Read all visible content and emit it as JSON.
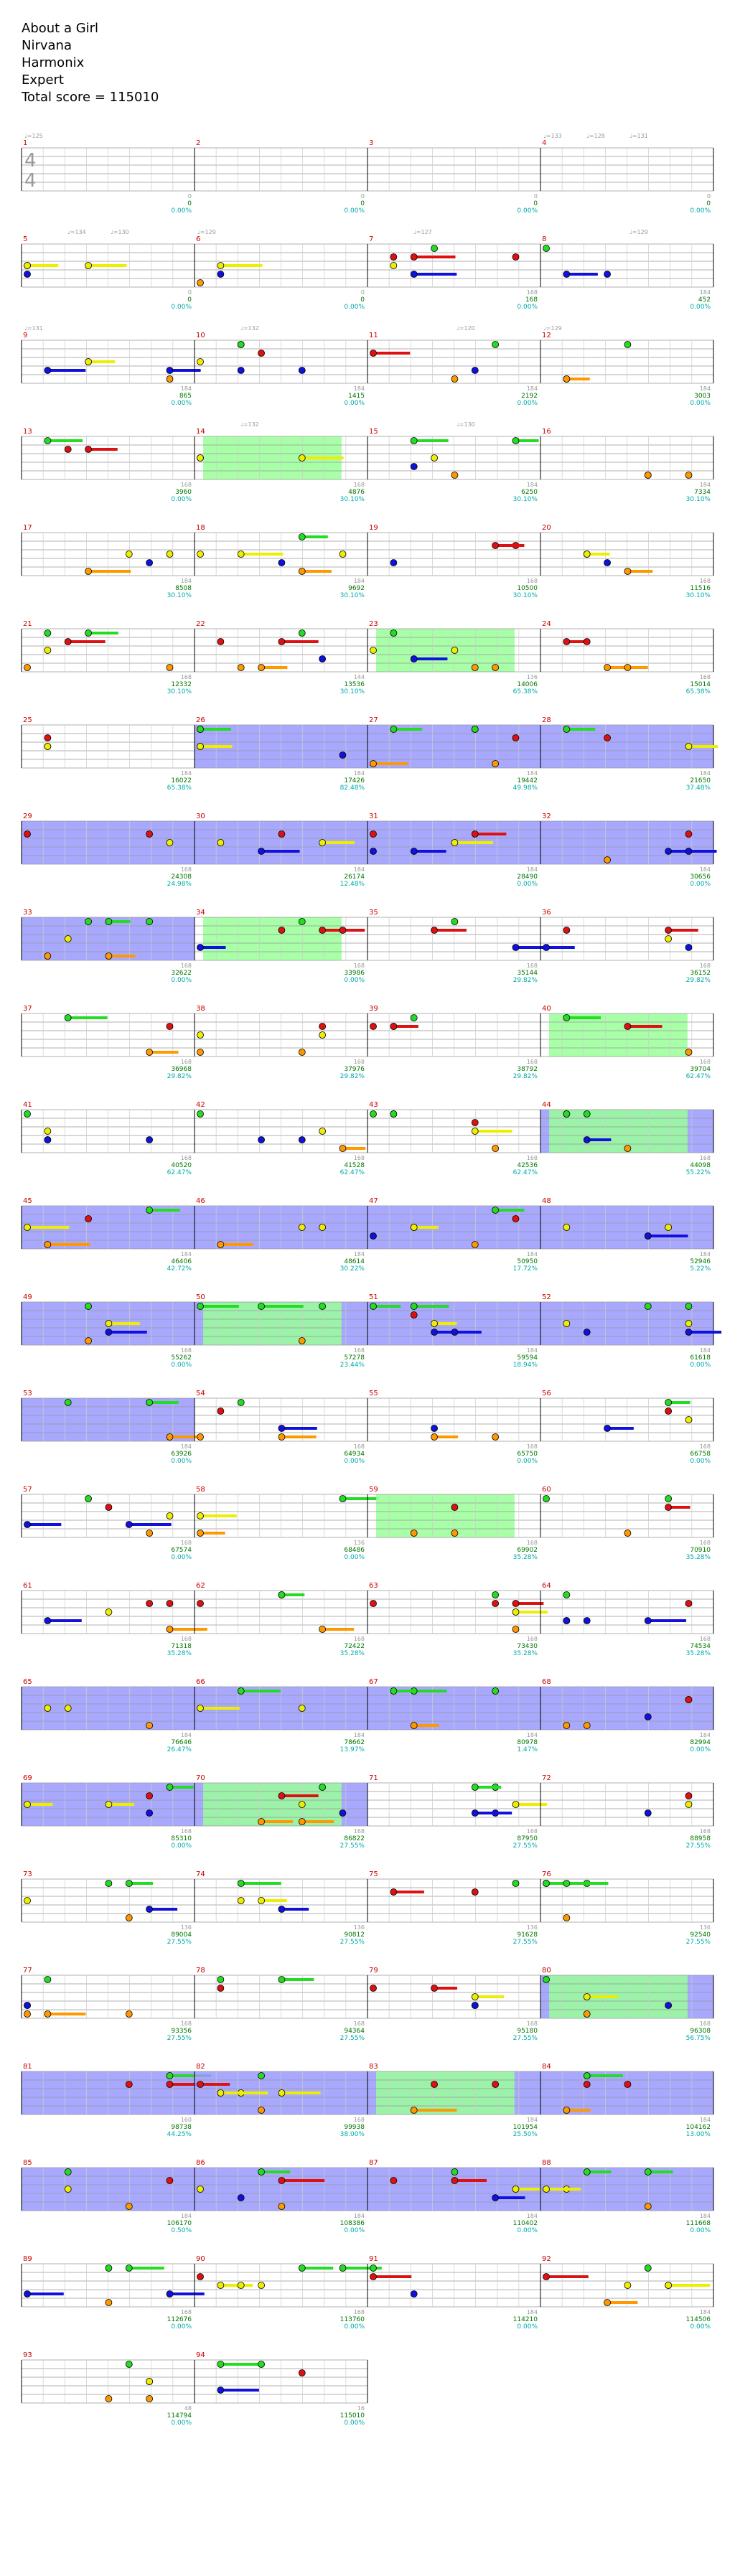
{
  "song": {
    "title": "About a Girl",
    "artist": "Nirvana",
    "game": "Harmonix",
    "difficulty": "Expert",
    "total_score_label": "Total score = 115010"
  },
  "colors": {
    "green": "#22dd22",
    "red": "#dd1111",
    "yellow": "#eeee00",
    "blue": "#1111dd",
    "orange": "#ff9900",
    "overdrive": "#99ff99",
    "solo": "#9999ff",
    "measure_number": "#cc0000",
    "tempo": "#999999",
    "score": "#007700",
    "percent": "#00aaaa"
  },
  "chart_data": {
    "type": "table",
    "time_signature": "4/4",
    "tempo_marks": [
      {
        "measure": 1,
        "label": "♩=125"
      },
      {
        "measure": 4,
        "label": "♩=128"
      },
      {
        "measure": 4,
        "label": "♩=131"
      },
      {
        "measure": 4,
        "label": "♩=133"
      },
      {
        "measure": 5,
        "label": "♩=134"
      },
      {
        "measure": 5,
        "label": "♩=130"
      },
      {
        "measure": 6,
        "label": "♩=129"
      },
      {
        "measure": 7,
        "label": "♩=127"
      },
      {
        "measure": 8,
        "label": "♩=129"
      },
      {
        "measure": 9,
        "label": "♩=131"
      },
      {
        "measure": 10,
        "label": "♩=132"
      },
      {
        "measure": 11,
        "label": "♩=120"
      },
      {
        "measure": 12,
        "label": "♩=129"
      },
      {
        "measure": 14,
        "label": "♩=132"
      },
      {
        "measure": 15,
        "label": "♩=130"
      }
    ],
    "rows": [
      {
        "measures": [
          1,
          2,
          3,
          4
        ],
        "subtotals": [
          "0",
          "0",
          "0",
          "0"
        ],
        "scores": [
          "0",
          "0",
          "0",
          "0"
        ],
        "percents": [
          "0.00%",
          "0.00%",
          "0.00%",
          "0.00%"
        ]
      },
      {
        "measures": [
          5,
          6,
          7,
          8
        ],
        "subtotals": [
          "0",
          "0",
          "168",
          "184"
        ],
        "scores": [
          "0",
          "0",
          "168",
          "452"
        ],
        "percents": [
          "0.00%",
          "0.00%",
          "0.00%",
          "0.00%"
        ]
      },
      {
        "measures": [
          9,
          10,
          11,
          12
        ],
        "subtotals": [
          "184",
          "184",
          "184",
          "184"
        ],
        "scores": [
          "865",
          "1415",
          "2192",
          "3003"
        ],
        "percents": [
          "0.00%",
          "0.00%",
          "0.00%",
          "0.00%"
        ]
      },
      {
        "measures": [
          13,
          14,
          15,
          16
        ],
        "subtotals": [
          "168",
          "168",
          "184",
          "184"
        ],
        "scores": [
          "3960",
          "4876",
          "6250",
          "7334"
        ],
        "percents": [
          "0.00%",
          "30.10%",
          "30.10%",
          "30.10%"
        ]
      },
      {
        "measures": [
          17,
          18,
          19,
          20
        ],
        "subtotals": [
          "184",
          "184",
          "168",
          "168"
        ],
        "scores": [
          "8508",
          "9692",
          "10500",
          "11516"
        ],
        "percents": [
          "30.10%",
          "30.10%",
          "30.10%",
          "30.10%"
        ]
      },
      {
        "measures": [
          21,
          22,
          23,
          24
        ],
        "subtotals": [
          "168",
          "144",
          "136",
          "168"
        ],
        "scores": [
          "12332",
          "13536",
          "14006",
          "15014"
        ],
        "percents": [
          "30.10%",
          "30.10%",
          "65.38%",
          "65.38%"
        ]
      },
      {
        "measures": [
          25,
          26,
          27,
          28
        ],
        "subtotals": [
          "184",
          "184",
          "184",
          "184"
        ],
        "scores": [
          "16022",
          "17426",
          "19442",
          "21650"
        ],
        "percents": [
          "65.38%",
          "82.48%",
          "49.98%",
          "37.48%"
        ]
      },
      {
        "measures": [
          29,
          30,
          31,
          32
        ],
        "subtotals": [
          "168",
          "184",
          "184",
          "184"
        ],
        "scores": [
          "24308",
          "26174",
          "28490",
          "30656"
        ],
        "percents": [
          "24.98%",
          "12.48%",
          "0.00%",
          "0.00%"
        ]
      },
      {
        "measures": [
          33,
          34,
          35,
          36
        ],
        "subtotals": [
          "168",
          "168",
          "168",
          "168"
        ],
        "scores": [
          "32622",
          "33986",
          "35144",
          "36152"
        ],
        "percents": [
          "0.00%",
          "0.00%",
          "29.82%",
          "29.82%"
        ]
      },
      {
        "measures": [
          37,
          38,
          39,
          40
        ],
        "subtotals": [
          "168",
          "168",
          "168",
          "168"
        ],
        "scores": [
          "36968",
          "37976",
          "38792",
          "39704"
        ],
        "percents": [
          "29.82%",
          "29.82%",
          "29.82%",
          "62.47%"
        ]
      },
      {
        "measures": [
          41,
          42,
          43,
          44
        ],
        "subtotals": [
          "168",
          "168",
          "168",
          "168"
        ],
        "scores": [
          "40520",
          "41528",
          "42536",
          "44098"
        ],
        "percents": [
          "62.47%",
          "62.47%",
          "62.47%",
          "55.22%"
        ]
      },
      {
        "measures": [
          45,
          46,
          47,
          48
        ],
        "subtotals": [
          "184",
          "184",
          "184",
          "184"
        ],
        "scores": [
          "46406",
          "48614",
          "50950",
          "52946"
        ],
        "percents": [
          "42.72%",
          "30.22%",
          "17.72%",
          "5.22%"
        ]
      },
      {
        "measures": [
          49,
          50,
          51,
          52
        ],
        "subtotals": [
          "168",
          "168",
          "184",
          "184"
        ],
        "scores": [
          "55262",
          "57278",
          "59594",
          "61618"
        ],
        "percents": [
          "0.00%",
          "23.44%",
          "18.94%",
          "0.00%"
        ]
      },
      {
        "measures": [
          53,
          54,
          55,
          56
        ],
        "subtotals": [
          "184",
          "168",
          "168",
          "168"
        ],
        "scores": [
          "63926",
          "64934",
          "65750",
          "66758"
        ],
        "percents": [
          "0.00%",
          "0.00%",
          "0.00%",
          "0.00%"
        ]
      },
      {
        "measures": [
          57,
          58,
          59,
          60
        ],
        "subtotals": [
          "168",
          "136",
          "168",
          "168"
        ],
        "scores": [
          "67574",
          "68486",
          "69902",
          "70910"
        ],
        "percents": [
          "0.00%",
          "0.00%",
          "35.28%",
          "35.28%"
        ]
      },
      {
        "measures": [
          61,
          62,
          63,
          64
        ],
        "subtotals": [
          "168",
          "168",
          "168",
          "168"
        ],
        "scores": [
          "71318",
          "72422",
          "73430",
          "74534"
        ],
        "percents": [
          "35.28%",
          "35.28%",
          "35.28%",
          "35.28%"
        ]
      },
      {
        "measures": [
          65,
          66,
          67,
          68
        ],
        "subtotals": [
          "184",
          "184",
          "184",
          "184"
        ],
        "scores": [
          "76646",
          "78662",
          "80978",
          "82994"
        ],
        "percents": [
          "26.47%",
          "13.97%",
          "1.47%",
          "0.00%"
        ]
      },
      {
        "measures": [
          69,
          70,
          71,
          72
        ],
        "subtotals": [
          "168",
          "168",
          "168",
          "168"
        ],
        "scores": [
          "85310",
          "86822",
          "87950",
          "88958"
        ],
        "percents": [
          "0.00%",
          "27.55%",
          "27.55%",
          "27.55%"
        ]
      },
      {
        "measures": [
          73,
          74,
          75,
          76
        ],
        "subtotals": [
          "136",
          "136",
          "136",
          "136"
        ],
        "scores": [
          "89004",
          "90812",
          "91628",
          "92540"
        ],
        "percents": [
          "27.55%",
          "27.55%",
          "27.55%",
          "27.55%"
        ]
      },
      {
        "measures": [
          77,
          78,
          79,
          80
        ],
        "subtotals": [
          "168",
          "168",
          "168",
          "168"
        ],
        "scores": [
          "93356",
          "94364",
          "95180",
          "96308"
        ],
        "percents": [
          "27.55%",
          "27.55%",
          "27.55%",
          "56.75%"
        ]
      },
      {
        "measures": [
          81,
          82,
          83,
          84
        ],
        "subtotals": [
          "160",
          "168",
          "184",
          "184"
        ],
        "scores": [
          "98738",
          "99938",
          "101954",
          "104162"
        ],
        "percents": [
          "44.25%",
          "38.00%",
          "25.50%",
          "13.00%"
        ]
      },
      {
        "measures": [
          85,
          86,
          87,
          88
        ],
        "subtotals": [
          "184",
          "184",
          "184",
          "184"
        ],
        "scores": [
          "106170",
          "108386",
          "110402",
          "111668"
        ],
        "percents": [
          "0.50%",
          "0.00%",
          "0.00%",
          "0.00%"
        ]
      },
      {
        "measures": [
          89,
          90,
          91,
          92
        ],
        "subtotals": [
          "168",
          "168",
          "184",
          "184"
        ],
        "scores": [
          "112676",
          "113760",
          "114210",
          "114506"
        ],
        "percents": [
          "0.00%",
          "0.00%",
          "0.00%",
          "0.00%"
        ]
      },
      {
        "measures": [
          93,
          94
        ],
        "subtotals": [
          "48",
          "16"
        ],
        "scores": [
          "114794",
          "115010"
        ],
        "percents": [
          "0.00%",
          "0.00%"
        ]
      }
    ],
    "overdrive_measures": [
      14,
      23,
      34,
      40,
      44,
      50,
      59,
      70,
      80,
      83
    ],
    "solo_sections": [
      {
        "from": 26,
        "to": 33
      },
      {
        "from": 44,
        "to": 53
      },
      {
        "from": 65,
        "to": 70
      },
      {
        "from": 80,
        "to": 88
      }
    ]
  }
}
